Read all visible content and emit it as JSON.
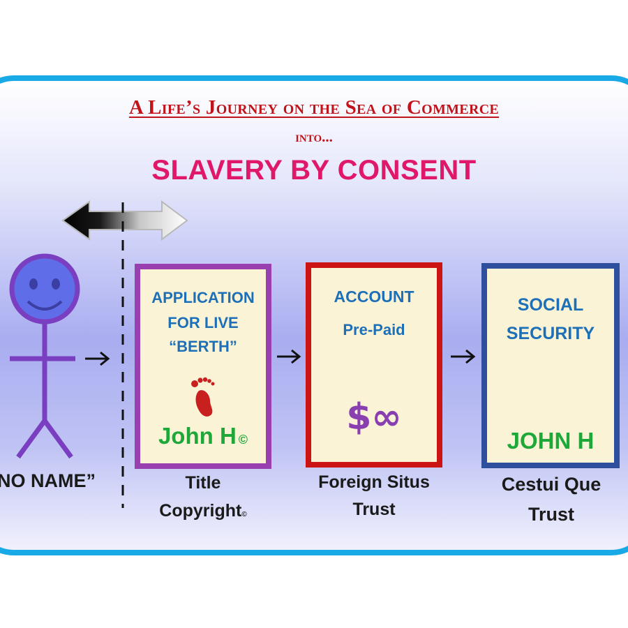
{
  "header": {
    "title": "A Life’s Journey on the Sea of Commerce",
    "into": "into...",
    "headline": "SLAVERY BY CONSENT"
  },
  "figure": {
    "name_label": "NO NAME”"
  },
  "boxes": [
    {
      "lines": [
        "APPLICATION",
        "FOR LIVE",
        "“BERTH”"
      ],
      "name": "John H",
      "name_mark": "©",
      "caption": [
        "Title",
        "Copyright"
      ],
      "caption_mark": "©",
      "icon": "footprint-icon"
    },
    {
      "lines": [
        "ACCOUNT",
        "Pre-Paid"
      ],
      "symbol": "$∞",
      "caption": [
        "Foreign Situs",
        "Trust"
      ]
    },
    {
      "lines": [
        "SOCIAL",
        "SECURITY"
      ],
      "name": "JOHN H",
      "caption": [
        "Cestui Que",
        "Trust"
      ]
    }
  ],
  "colors": {
    "border": "#19a9e6",
    "title_red": "#c0141a",
    "headline_pink": "#e0186a",
    "box1_border": "#9a3fb0",
    "box2_border": "#cc1414",
    "box3_border": "#2d4f9e",
    "box_text_blue": "#1d6fb8",
    "name_green": "#1fa83a",
    "stick_figure": "#7a3fc0",
    "face": "#5f6ee8"
  }
}
